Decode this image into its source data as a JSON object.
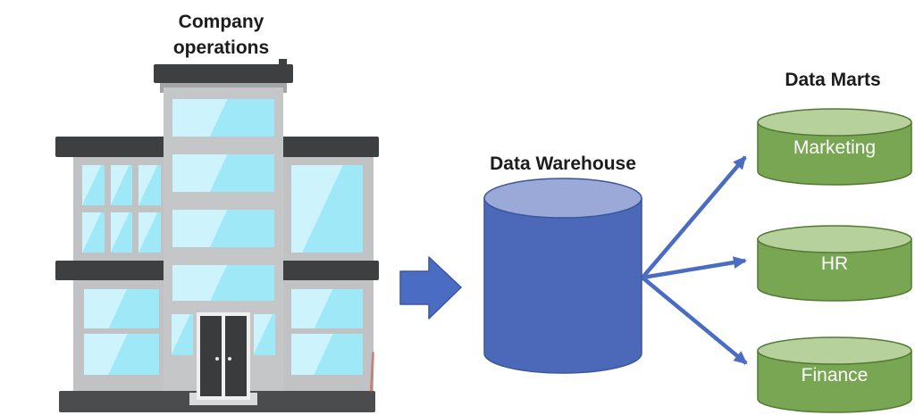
{
  "diagram": {
    "company": {
      "label": "Company operations",
      "icon": "office-building"
    },
    "warehouse": {
      "label": "Data Warehouse",
      "shape": "cylinder"
    },
    "marts": {
      "title": "Data Marts",
      "items": [
        {
          "label": "Marketing"
        },
        {
          "label": "HR"
        },
        {
          "label": "Finance"
        }
      ],
      "shape": "cylinder"
    },
    "colors": {
      "warehouse_body": "#4c69b9",
      "warehouse_top": "#9ba9d8",
      "warehouse_stroke": "#3a559c",
      "mart_body": "#78a653",
      "mart_top": "#b7d19c",
      "mart_stroke": "#527a33",
      "arrow": "#4a6cc2",
      "text_dark": "#1c1c1c",
      "text_light": "#ffffff"
    }
  }
}
